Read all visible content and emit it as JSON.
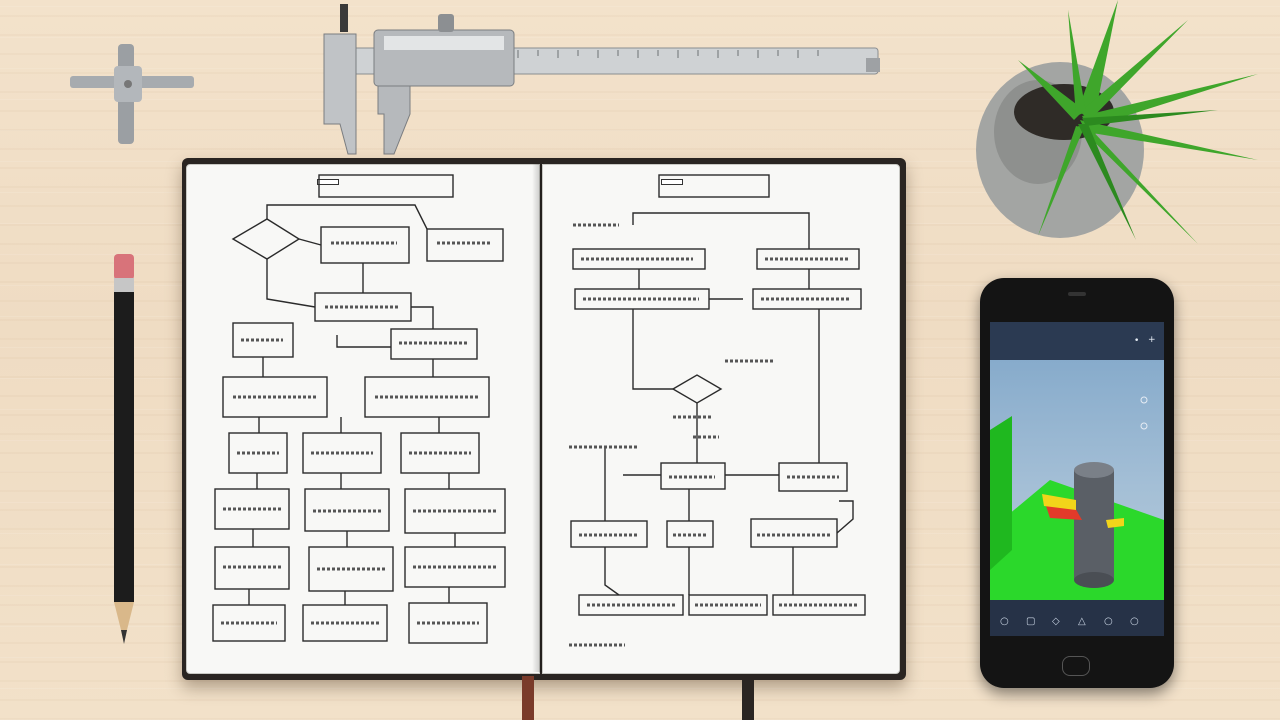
{
  "notebook": {
    "left_page_title": "",
    "right_page_title": ""
  },
  "phone": {
    "app_title": "",
    "bottom_label": ""
  },
  "colors": {
    "desk": "#f1dfc6",
    "notebook_cover": "#2a2522",
    "page": "#f8f8f6",
    "ink": "#2b2b2b",
    "plant_leaf": "#3fa62b",
    "pot": "#9a9c9a",
    "phone_body": "#141414",
    "cad_green": "#2bd82b",
    "cad_red": "#e23a2a",
    "cad_yellow": "#f2d51a",
    "cylinder": "#5a5f66"
  },
  "objects": [
    "caliper",
    "drafting-compass",
    "pencil",
    "open-notebook",
    "potted-plant",
    "smartphone"
  ]
}
